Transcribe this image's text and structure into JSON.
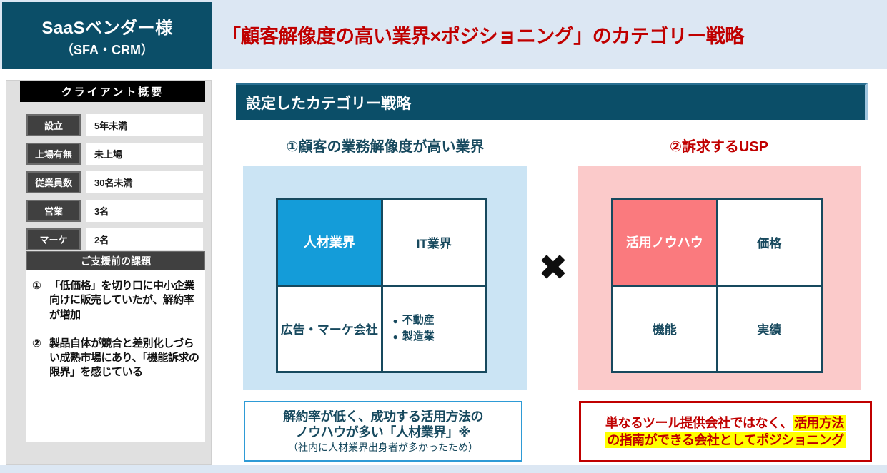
{
  "header": {
    "client_line1": "SaaSベンダー様",
    "client_line2": "（SFA・CRM）",
    "title": "「顧客解像度の高い業界×ポジショニング」のカテゴリー戦略"
  },
  "sidebar": {
    "overview_title": "クライアント概要",
    "rows": [
      {
        "label": "設立",
        "value": "5年未満"
      },
      {
        "label": "上場有無",
        "value": "未上場"
      },
      {
        "label": "従業員数",
        "value": "30名未満"
      },
      {
        "label": "営業",
        "value": "3名"
      },
      {
        "label": "マーケ",
        "value": "2名"
      }
    ],
    "issues_title": "ご支援前の課題",
    "issues": [
      {
        "num": "①",
        "text": "「低価格」を切り口に中小企業向けに販売していたが、解約率が増加"
      },
      {
        "num": "②",
        "text": "製品自体が競合と差別化しづらい成熟市場にあり、「機能訴求の限界」を感じている"
      }
    ]
  },
  "main": {
    "section_title": "設定したカテゴリー戦略",
    "multiply_symbol": "✖",
    "bullet_glyph": "●",
    "left": {
      "heading": "①顧客の業務解像度が高い業界",
      "matrix": {
        "top_left": "人材業界",
        "top_right": "IT業界",
        "bottom_left": "広告・マーケ会社",
        "bottom_right_items": [
          "不動産",
          "製造業"
        ]
      },
      "note": {
        "line1": "解約率が低く、成功する活用方法の",
        "line2": "ノウハウが多い「人材業界」※",
        "line3": "（社内に人材業界出身者が多かったため）"
      }
    },
    "right": {
      "heading": "②訴求するUSP",
      "matrix": {
        "top_left": "活用ノウハウ",
        "top_right": "価格",
        "bottom_left": "機能",
        "bottom_right": "実績"
      },
      "note": {
        "plain": "単なるツール提供会社ではなく、",
        "highlight1": "活用方法",
        "highlight2": "の指南ができる会社としてポジショニング"
      }
    }
  },
  "colors": {
    "teal": "#0B4E68",
    "title_red": "#C00000",
    "page_blue": "#DCE7F3",
    "sidebar_gray": "#E0E0E0",
    "label_dark": "#404040",
    "matrix_navy": "#17495E",
    "blue_box_bg": "#CBE4F4",
    "blue_cell": "#149CD9",
    "pink_box_bg": "#FBCACA",
    "coral_cell": "#FA7A7E",
    "note_border_blue": "#2E9BD6",
    "highlight_yellow": "#FFFF00"
  }
}
